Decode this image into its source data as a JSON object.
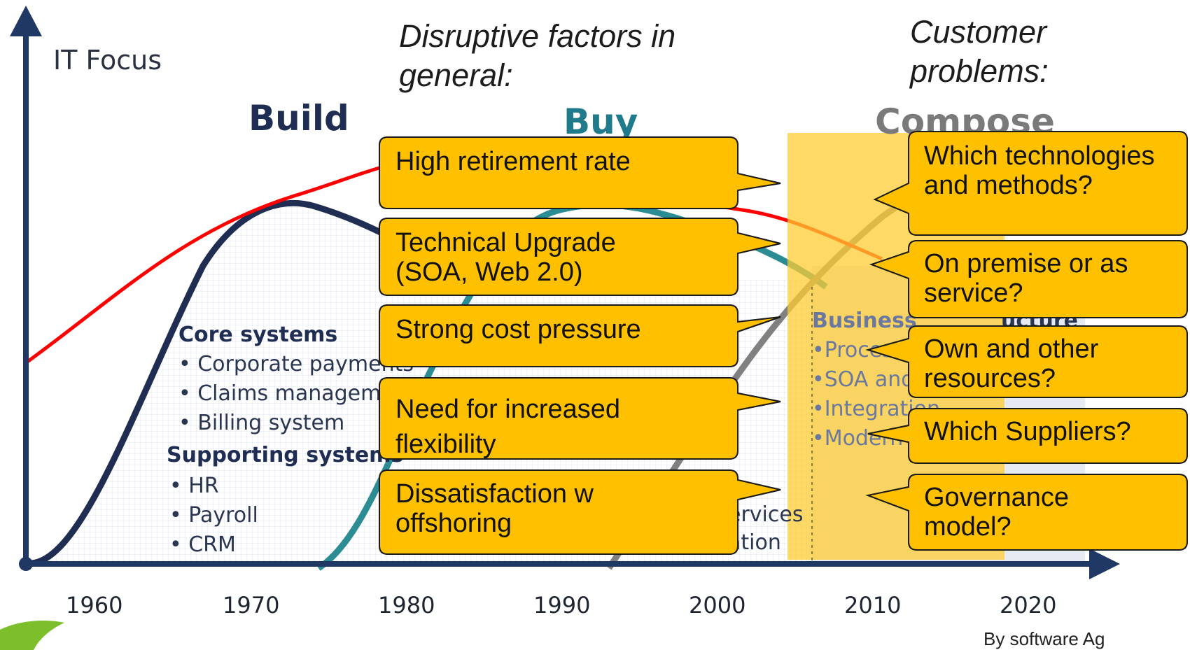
{
  "axis": {
    "y_label": "IT Focus"
  },
  "phases": {
    "build": "Build",
    "buy": "Buy",
    "compose": "Compose"
  },
  "headings": {
    "disruptive": "Disruptive factors in general:",
    "customer": "Customer problems:"
  },
  "years": [
    "1960",
    "1970",
    "1980",
    "1990",
    "2000",
    "2010",
    "2020"
  ],
  "build_content": {
    "core_title": "Core systems",
    "core_items": [
      "• Corporate payments",
      "• Claims management",
      "• Billing system"
    ],
    "support_title": "Supporting systems",
    "support_items": [
      "• HR",
      "• Payroll",
      "• CRM"
    ]
  },
  "buy_content": {
    "services_fragment": "ervices",
    "integration_fragment": "ation"
  },
  "compose_content": {
    "title_fragment": "Business",
    "title_fragment_right": "ucture",
    "items": [
      "•Process",
      "•SOA and",
      "•Integration",
      "•Modern"
    ]
  },
  "disruptive_factors": [
    "High retirement rate",
    "Technical Upgrade (SOA, Web 2.0)",
    "Strong cost pressure",
    "Need for increased flexibility",
    "Dissatisfaction w offshoring"
  ],
  "customer_problems": [
    "Which technologies and methods?",
    "On premise or as service?",
    "Own and other resources?",
    "Which Suppliers?",
    "Governance model?"
  ],
  "credit": "By software Ag",
  "colors": {
    "axis": "#1f3864",
    "build_curve": "#1f2d52",
    "buy_curve": "#2b8c94",
    "compose_curve": "#808080",
    "trend_line": "#ff0000",
    "callout_fill": "#ffc000",
    "callout_stroke": "#1a1a1a",
    "highlight": "#ffcc33",
    "build_text": "#1f2d52",
    "buy_text": "#1f7a8c",
    "compose_text": "#7a7a7a",
    "logo": "#7cbf2a"
  }
}
